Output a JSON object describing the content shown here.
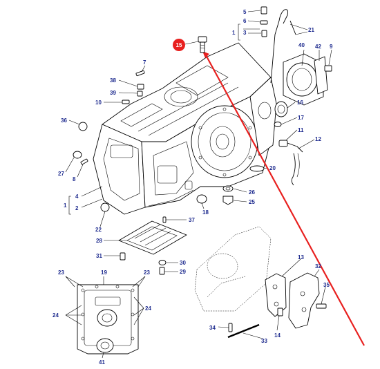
{
  "highlight_color": "#e8201f",
  "label_color": "#1f2c8f",
  "callouts": {
    "c1": "1",
    "c1b": "1",
    "c2": "2",
    "c3": "3",
    "c4": "4",
    "c5": "5",
    "c6": "6",
    "c7": "7",
    "c8": "8",
    "c9": "9",
    "c10": "10",
    "c11": "11",
    "c12": "12",
    "c13": "13",
    "c14": "14",
    "c15": "15",
    "c16": "16",
    "c17": "17",
    "c18": "18",
    "c19": "19",
    "c20": "20",
    "c21": "21",
    "c22": "22",
    "c23a": "23",
    "c23b": "23",
    "c24a": "24",
    "c24b": "24",
    "c25": "25",
    "c26": "26",
    "c27": "27",
    "c28": "28",
    "c29": "29",
    "c30": "30",
    "c31": "31",
    "c32": "32",
    "c33": "33",
    "c34": "34",
    "c35": "35",
    "c36": "36",
    "c37": "37",
    "c38": "38",
    "c39": "39",
    "c40": "40",
    "c41": "41",
    "c42": "42"
  }
}
